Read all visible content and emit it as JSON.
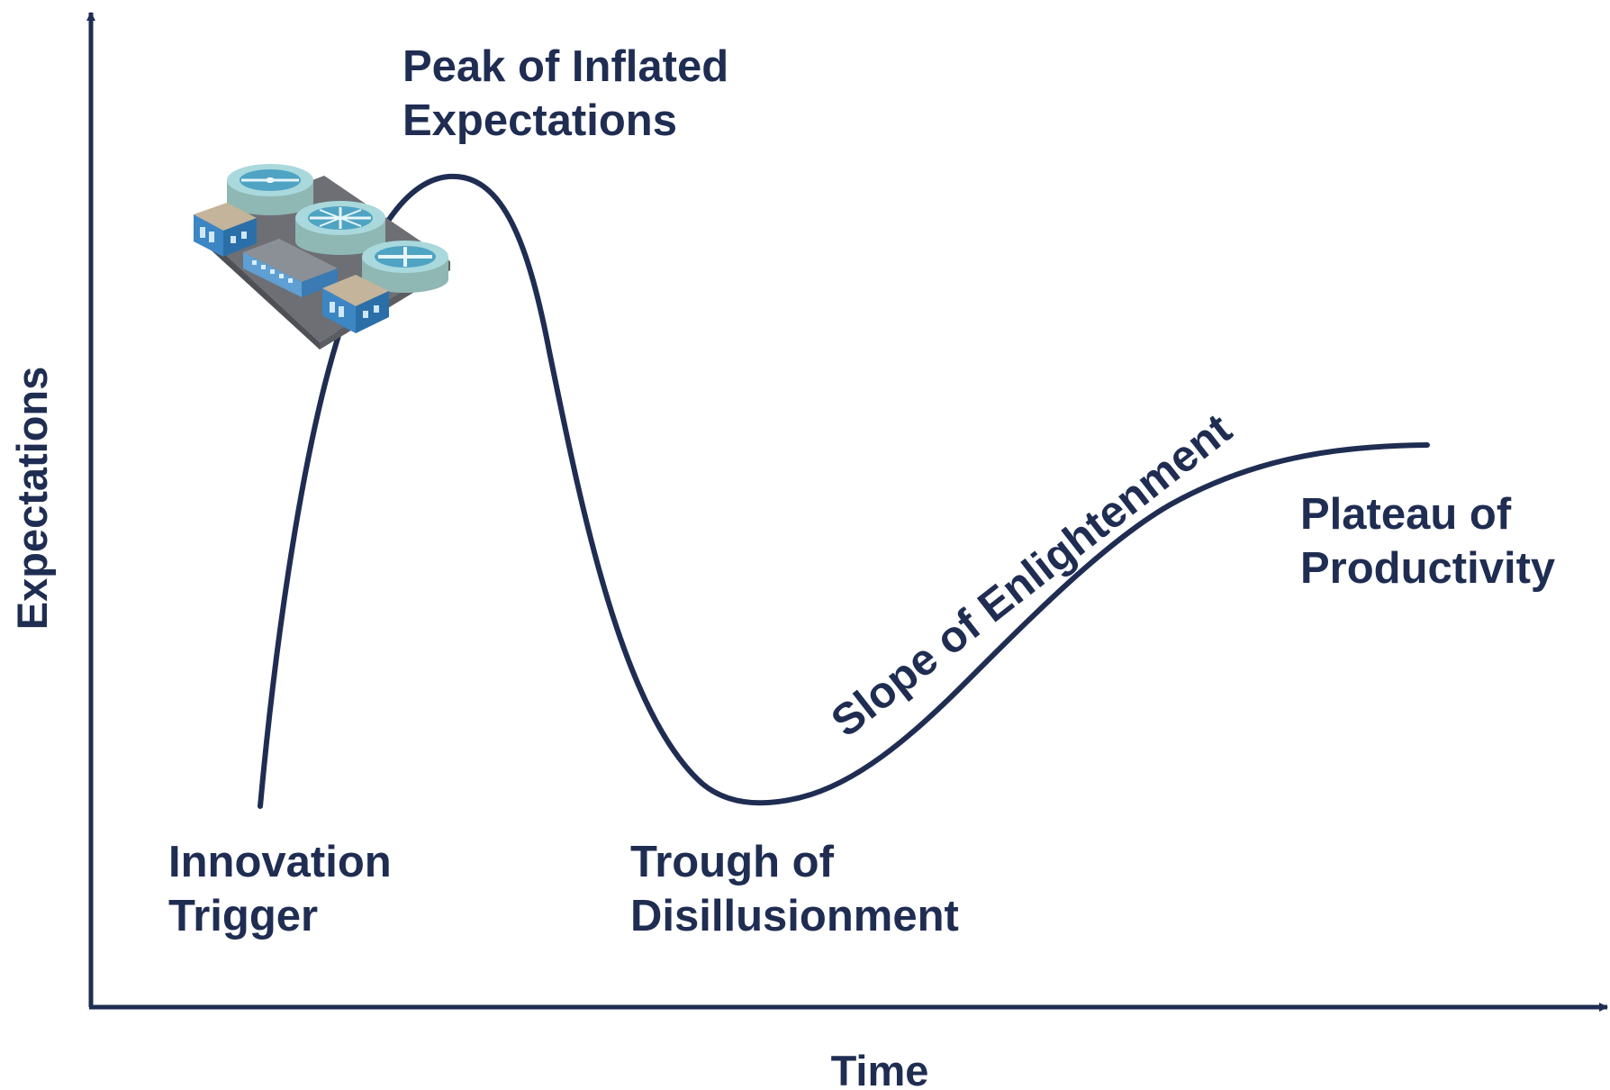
{
  "colors": {
    "ink": "#1f2d52",
    "curve": "#1f2d52",
    "background": "#ffffff"
  },
  "axes": {
    "x_label": "Time",
    "y_label": "Expectations"
  },
  "phases": {
    "innovation_trigger": [
      "Innovation",
      "Trigger"
    ],
    "peak": [
      "Peak of Inflated",
      "Expectations"
    ],
    "trough": [
      "Trough of",
      "Disillusionment"
    ],
    "slope": "Slope of Enlightenment",
    "plateau": [
      "Plateau of",
      "Productivity"
    ]
  },
  "illustration": {
    "icon": "water-treatment-plant-icon"
  }
}
